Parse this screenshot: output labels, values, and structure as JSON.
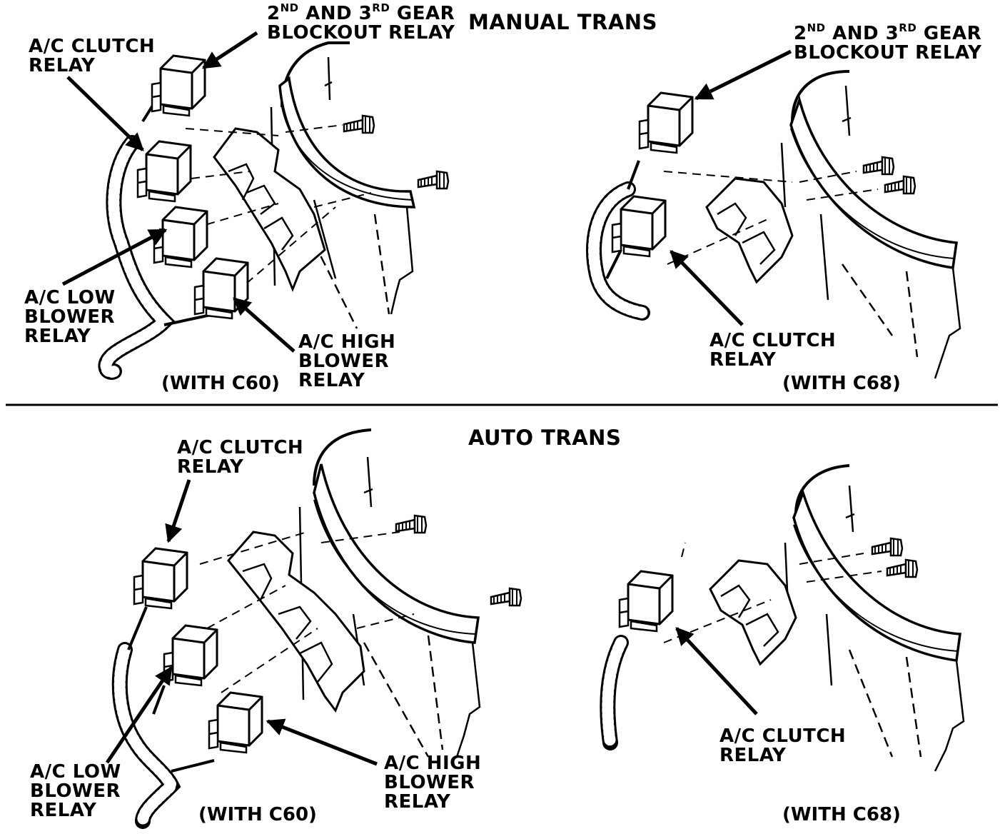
{
  "sections": [
    {
      "heading": "MANUAL TRANS",
      "panels": [
        {
          "variant": "(WITH C60)",
          "labels": {
            "blockout_prefix": [
              "2",
              "ND",
              " AND 3",
              "RD",
              " GEAR"
            ],
            "blockout_line2": "BLOCKOUT RELAY",
            "clutch": [
              "A/C CLUTCH",
              "RELAY"
            ],
            "low_blower": [
              "A/C LOW",
              "BLOWER",
              "RELAY"
            ],
            "high_blower": [
              "A/C HIGH",
              "BLOWER",
              "RELAY"
            ]
          }
        },
        {
          "variant": "(WITH C68)",
          "labels": {
            "blockout_prefix": [
              "2",
              "ND",
              " AND 3",
              "RD",
              " GEAR"
            ],
            "blockout_line2": "BLOCKOUT RELAY",
            "clutch": [
              "A/C CLUTCH",
              "RELAY"
            ]
          }
        }
      ]
    },
    {
      "heading": "AUTO TRANS",
      "panels": [
        {
          "variant": "(WITH C60)",
          "labels": {
            "clutch": [
              "A/C CLUTCH",
              "RELAY"
            ],
            "low_blower": [
              "A/C LOW",
              "BLOWER",
              "RELAY"
            ],
            "high_blower": [
              "A/C HIGH",
              "BLOWER",
              "RELAY"
            ]
          }
        },
        {
          "variant": "(WITH C68)",
          "labels": {
            "clutch": [
              "A/C CLUTCH",
              "RELAY"
            ]
          }
        }
      ]
    }
  ],
  "colors": {
    "ink": "#000000",
    "paper": "#ffffff"
  }
}
